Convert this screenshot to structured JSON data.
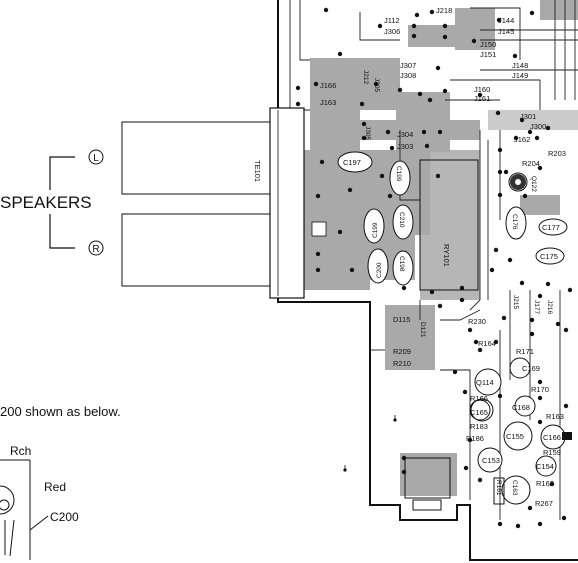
{
  "speakers": {
    "title": "SPEAKERS",
    "left_channel": "L",
    "right_channel": "R"
  },
  "terminal": {
    "label": "TE101"
  },
  "note": {
    "text": "200 shown as below."
  },
  "detail": {
    "channel": "Rch",
    "color": "Red",
    "part": "C200"
  },
  "jumpers": [
    {
      "key": "j218",
      "text": "J218"
    },
    {
      "key": "j112",
      "text": "J112"
    },
    {
      "key": "j144",
      "text": "J144"
    },
    {
      "key": "j306",
      "text": "J306"
    },
    {
      "key": "j145",
      "text": "J145"
    },
    {
      "key": "j150",
      "text": "J150"
    },
    {
      "key": "j151",
      "text": "J151"
    },
    {
      "key": "j307",
      "text": "J307"
    },
    {
      "key": "j308",
      "text": "J308"
    },
    {
      "key": "j148",
      "text": "J148"
    },
    {
      "key": "j149",
      "text": "J149"
    },
    {
      "key": "j166",
      "text": "J166"
    },
    {
      "key": "j212",
      "text": "J212"
    },
    {
      "key": "j205",
      "text": "J205"
    },
    {
      "key": "j160",
      "text": "J160"
    },
    {
      "key": "j161",
      "text": "J161"
    },
    {
      "key": "j163",
      "text": "J163"
    },
    {
      "key": "j301",
      "text": "J301"
    },
    {
      "key": "j300",
      "text": "J300"
    },
    {
      "key": "j305",
      "text": "J305"
    },
    {
      "key": "j304",
      "text": "J304"
    },
    {
      "key": "j303",
      "text": "J303"
    },
    {
      "key": "j162",
      "text": "J162"
    },
    {
      "key": "j215",
      "text": "J215"
    },
    {
      "key": "j177",
      "text": "J177"
    },
    {
      "key": "j216",
      "text": "J216"
    }
  ],
  "parts": [
    {
      "key": "c197",
      "text": "C197"
    },
    {
      "key": "c199a",
      "text": "C199"
    },
    {
      "key": "c199b",
      "text": "C199"
    },
    {
      "key": "c210",
      "text": "C210"
    },
    {
      "key": "c200",
      "text": "C200"
    },
    {
      "key": "c198",
      "text": "C198"
    },
    {
      "key": "ry101",
      "text": "RY101"
    },
    {
      "key": "r203",
      "text": "R203"
    },
    {
      "key": "r204",
      "text": "R204"
    },
    {
      "key": "q122",
      "text": "Q122"
    },
    {
      "key": "c176",
      "text": "C176"
    },
    {
      "key": "c177",
      "text": "C177"
    },
    {
      "key": "c175",
      "text": "C175"
    },
    {
      "key": "r230",
      "text": "R230"
    },
    {
      "key": "d115",
      "text": "D115"
    },
    {
      "key": "d121",
      "text": "D121"
    },
    {
      "key": "r164",
      "text": "R164"
    },
    {
      "key": "r171",
      "text": "R171"
    },
    {
      "key": "r209",
      "text": "R209"
    },
    {
      "key": "r210",
      "text": "R210"
    },
    {
      "key": "c169",
      "text": "C169"
    },
    {
      "key": "q114",
      "text": "Q114"
    },
    {
      "key": "r170",
      "text": "R170"
    },
    {
      "key": "r166",
      "text": "R166"
    },
    {
      "key": "c165",
      "text": "C165"
    },
    {
      "key": "c168",
      "text": "C168"
    },
    {
      "key": "r163",
      "text": "R163"
    },
    {
      "key": "r183",
      "text": "R183"
    },
    {
      "key": "r186",
      "text": "R186"
    },
    {
      "key": "c155",
      "text": "C155"
    },
    {
      "key": "c166",
      "text": "C166"
    },
    {
      "key": "r159",
      "text": "R159"
    },
    {
      "key": "c153",
      "text": "C153"
    },
    {
      "key": "c154",
      "text": "C154"
    },
    {
      "key": "r162",
      "text": "R162"
    },
    {
      "key": "r161",
      "text": "R161"
    },
    {
      "key": "c163",
      "text": "C163"
    },
    {
      "key": "r267",
      "text": "R267"
    }
  ]
}
